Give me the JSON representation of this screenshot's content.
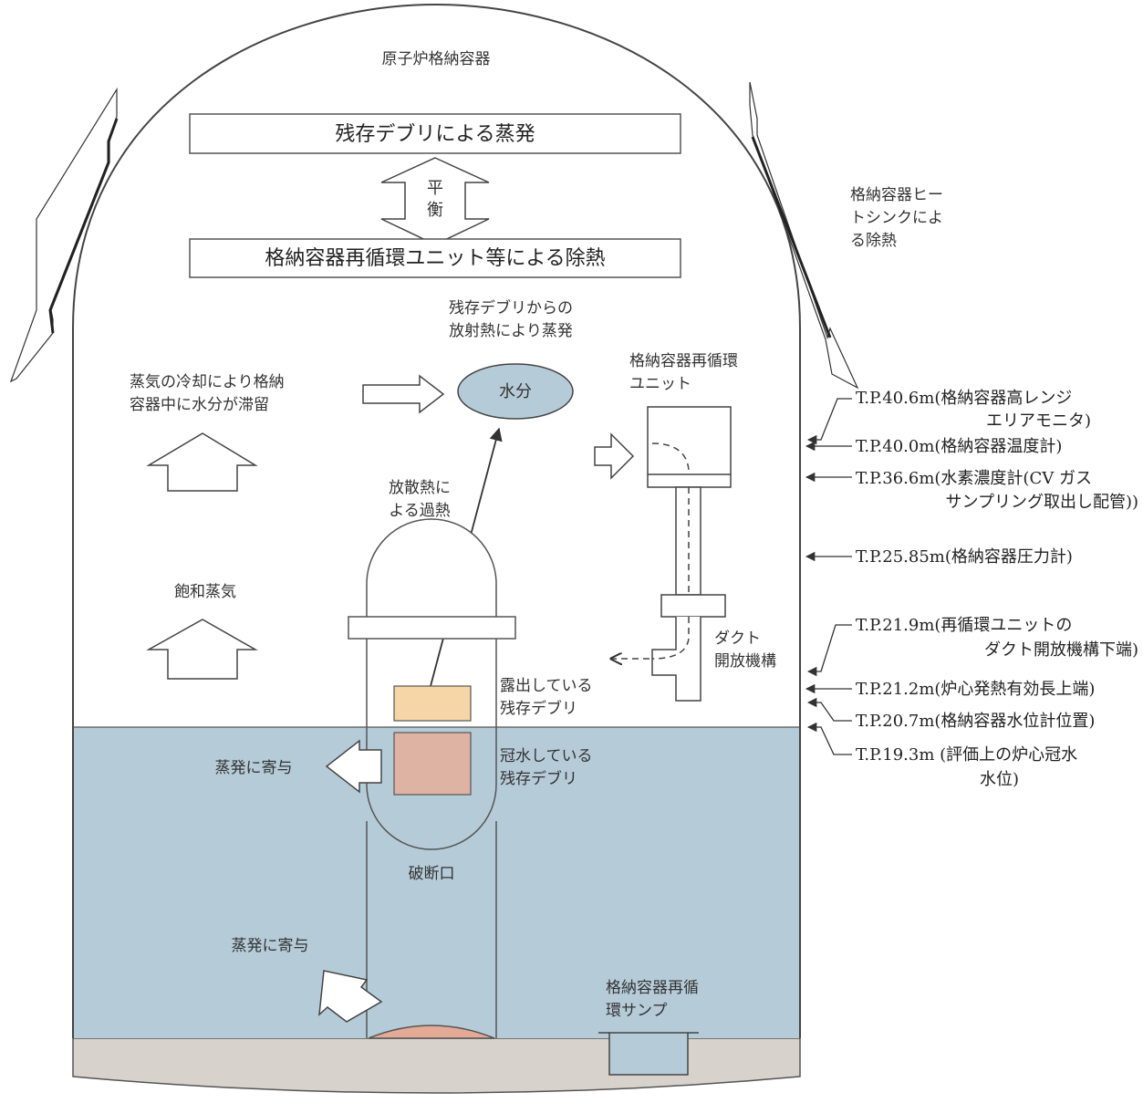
{
  "colors": {
    "water": "#b6cbd8",
    "floor": "#d8d2cc",
    "exposed_debris": "#f6d5a7",
    "submerged_debris": "#deb3a3",
    "bottom_debris": "#e5aa96",
    "moisture": "#b6cbd8",
    "outline": "#555555"
  },
  "labels": {
    "containment": "原子炉格納容器",
    "box_top": "残存デブリによる蒸発",
    "balance_1": "平",
    "balance_2": "衡",
    "box_bottom": "格納容器再循環ユニット等による除熱",
    "radiant_1": "残存デブリからの",
    "radiant_2": "放射熱により蒸発",
    "moisture": "水分",
    "cooling_1": "蒸気の冷却により格納",
    "cooling_2": "容器中に水分が滞留",
    "saturated": "飽和蒸気",
    "dissipation_1": "放散熱に",
    "dissipation_2": "よる過熱",
    "rcu_1": "格納容器再循環",
    "rcu_2": "ユニット",
    "duct_1": "ダクト",
    "duct_2": "開放機構",
    "exposed_1": "露出している",
    "exposed_2": "残存デブリ",
    "submerged_1": "冠水している",
    "submerged_2": "残存デブリ",
    "evap_1": "蒸発に寄与",
    "evap_2": "蒸発に寄与",
    "break": "破断口",
    "sump_1": "格納容器再循",
    "sump_2": "環サンプ",
    "heatsink_1": "格納容器ヒー",
    "heatsink_2": "トシンクによ",
    "heatsink_3": "る除熱"
  },
  "levels": {
    "l1a": "T.P.40.6m(格納容器高レンジ",
    "l1b": "エリアモニタ)",
    "l2": "T.P.40.0m(格納容器温度計)",
    "l3a": "T.P.36.6m(水素濃度計(CV ガス",
    "l3b": "サンプリング取出し配管))",
    "l4": "T.P.25.85m(格納容器圧力計)",
    "l5a": "T.P.21.9m(再循環ユニットの",
    "l5b": "ダクト開放機構下端)",
    "l6": "T.P.21.2m(炉心発熱有効長上端)",
    "l7": "T.P.20.7m(格納容器水位計位置)",
    "l8a": "T.P.19.3m (評価上の炉心冠水",
    "l8b": "水位)"
  }
}
